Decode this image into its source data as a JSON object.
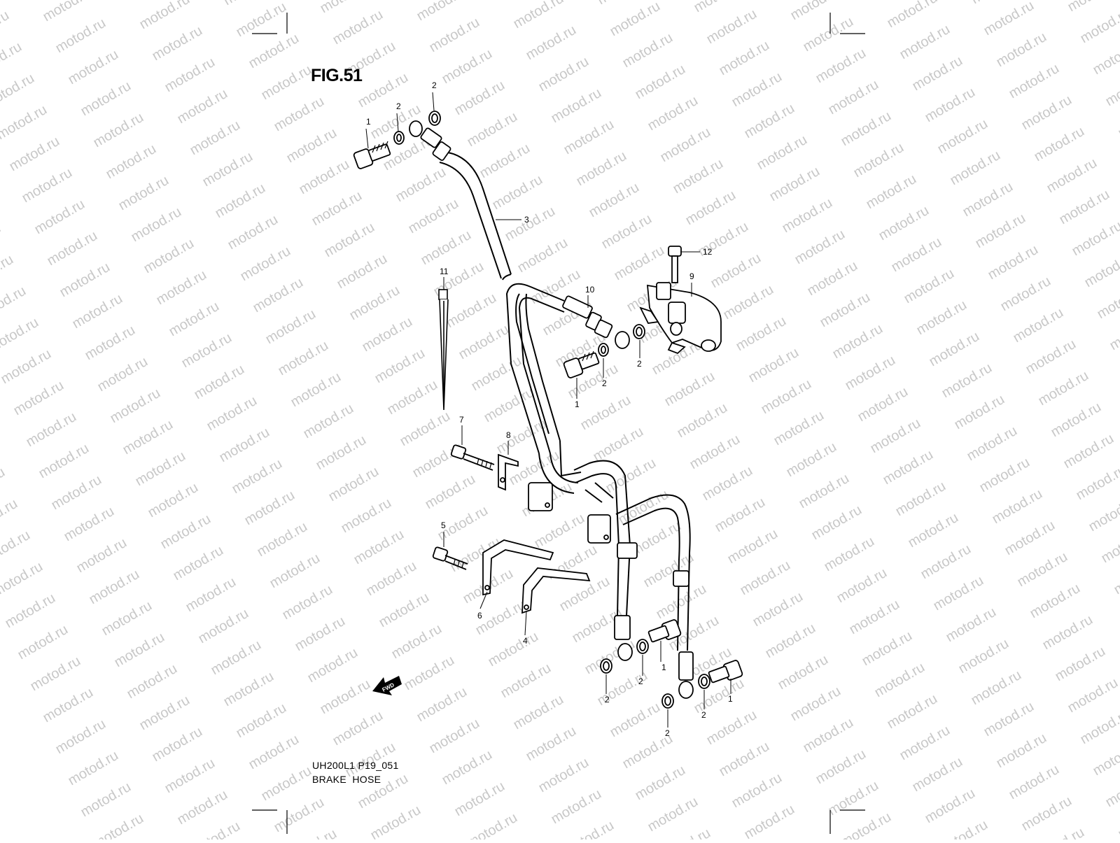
{
  "figure": {
    "title": "FIG.51"
  },
  "footer": {
    "model_code": "UH200L1 P19_051",
    "part_name": "BRAKE  HOSE"
  },
  "watermark": {
    "text": "motod.ru",
    "color": "#c8c8c8"
  },
  "fwd_arrow": {
    "label": "FWD"
  },
  "callouts": [
    "1",
    "2",
    "2",
    "3",
    "12",
    "9",
    "11",
    "10",
    "2",
    "2",
    "1",
    "7",
    "8",
    "5",
    "6",
    "4",
    "1",
    "2",
    "2",
    "1",
    "2",
    "2"
  ]
}
